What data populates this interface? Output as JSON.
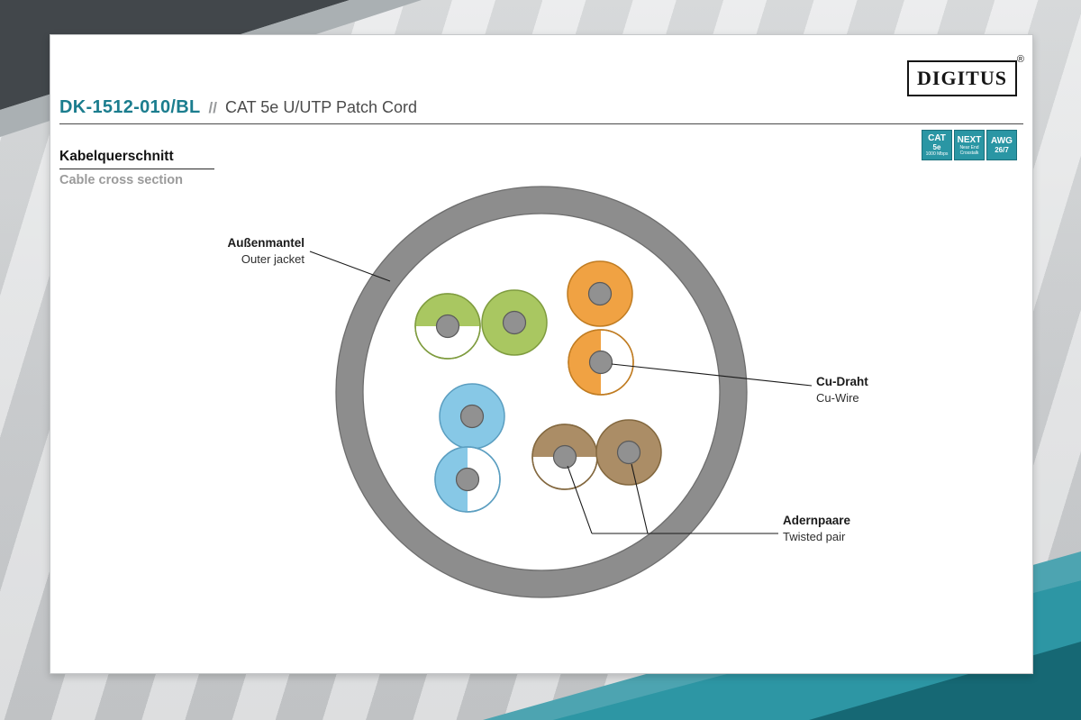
{
  "brand": {
    "logo_text": "DIGITUS",
    "registered_mark": "®"
  },
  "header": {
    "product_code": "DK-1512-010/BL",
    "separator": "//",
    "product_name": "CAT 5e U/UTP Patch Cord"
  },
  "section": {
    "title_de": "Kabelquerschnitt",
    "title_en": "Cable cross section"
  },
  "badges": [
    {
      "line1": "CAT",
      "line2": "5e",
      "line3": "1000 Mbps"
    },
    {
      "line1": "NEXT",
      "line2": "Near End",
      "line3": "Crosstalk"
    },
    {
      "line1": "AWG",
      "line2": "26/7",
      "line3": ""
    }
  ],
  "diagram": {
    "labels": {
      "outer_jacket_de": "Außenmantel",
      "outer_jacket_en": "Outer jacket",
      "cu_wire_de": "Cu-Draht",
      "cu_wire_en": "Cu-Wire",
      "twisted_pair_de": "Adernpaare",
      "twisted_pair_en": "Twisted pair"
    },
    "colors": {
      "ring_fill": "#8d8d8d",
      "ring_stroke": "#6e6e6e",
      "core_fill": "#919191",
      "core_stroke": "#5a5a5a",
      "green_fill": "#a9c761",
      "green_stroke": "#7f9c3f",
      "orange_fill": "#f0a243",
      "orange_stroke": "#c07c22",
      "blue_fill": "#87c8e6",
      "blue_stroke": "#5b9ec0",
      "brown_fill": "#ab8d66",
      "brown_stroke": "#83683f",
      "accent_teal": "#1b7d8e"
    }
  }
}
